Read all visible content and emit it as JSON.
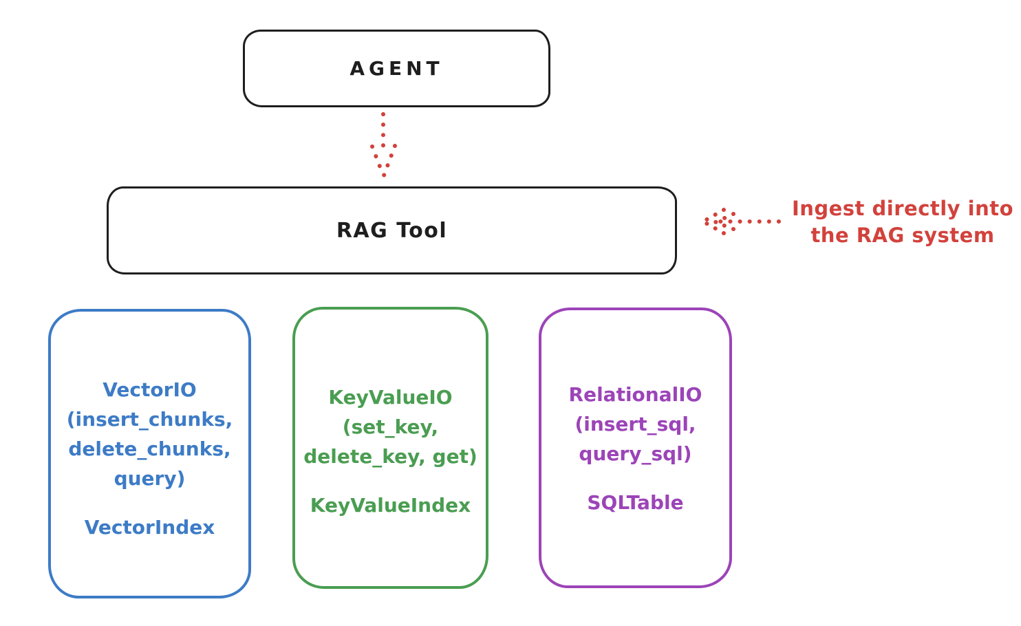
{
  "colors": {
    "ink": "#1e1e1e",
    "red": "#d2423c",
    "blue": "#3d7bc6",
    "green": "#4a9d51",
    "purple": "#9c44b8"
  },
  "agent": {
    "label": "AGENT"
  },
  "rag_tool": {
    "label": "RAG Tool"
  },
  "annotation": {
    "line1": "Ingest directly into",
    "line2": "the RAG system"
  },
  "stores": [
    {
      "name": "vector-io",
      "color": "#3d7bc6",
      "lines": [
        "VectorIO",
        "(insert_chunks,",
        "delete_chunks,",
        "query)"
      ],
      "index": "VectorIndex"
    },
    {
      "name": "keyvalue-io",
      "color": "#4a9d51",
      "lines": [
        "KeyValueIO",
        "(set_key,",
        "delete_key, get)"
      ],
      "index": "KeyValueIndex"
    },
    {
      "name": "relational-io",
      "color": "#9c44b8",
      "lines": [
        "RelationalIO",
        "(insert_sql,",
        "query_sql)"
      ],
      "index": "SQLTable"
    }
  ]
}
